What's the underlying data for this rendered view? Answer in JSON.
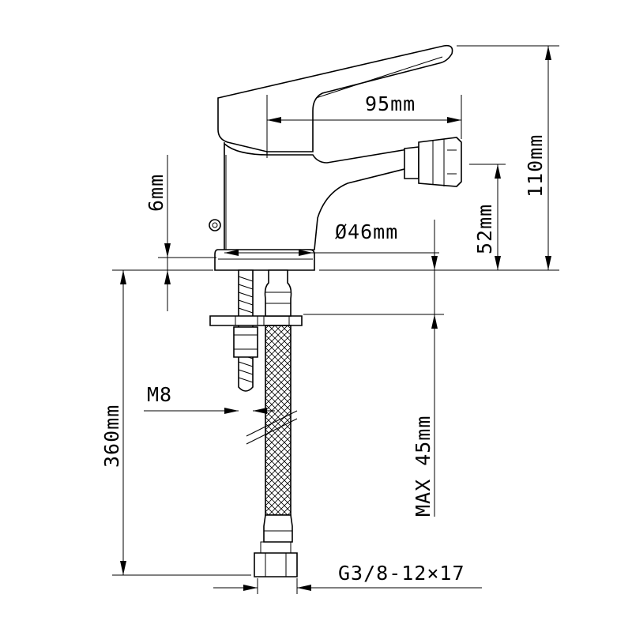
{
  "dimensions": {
    "spout_reach": "95mm",
    "total_height": "110mm",
    "outlet_height": "52mm",
    "body_diameter": "Ø46mm",
    "base_thickness": "6mm",
    "hose_length": "360mm",
    "stud_thread": "M8",
    "max_deck_thickness": "MAX 45mm",
    "hose_connection": "G3/8-12×17"
  }
}
